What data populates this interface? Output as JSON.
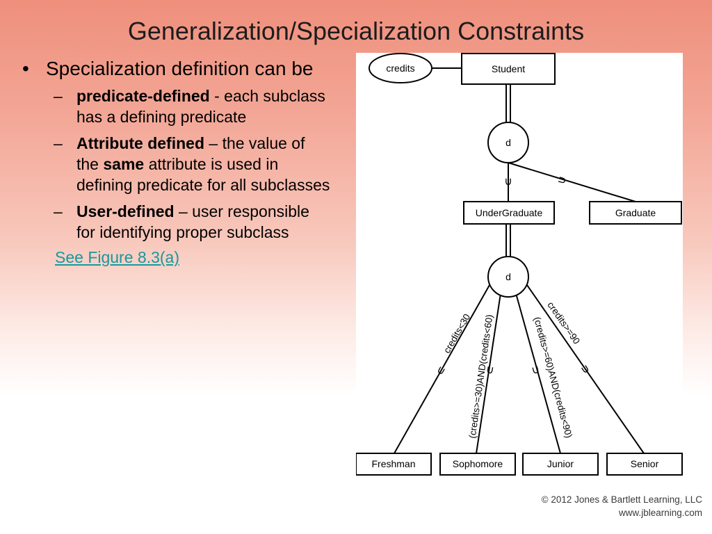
{
  "slide": {
    "title": "Generalization/Specialization Constraints",
    "bullet": "Specialization definition can be",
    "subitems": [
      {
        "term": "predicate-defined",
        "rest": " - each subclass has a defining predicate"
      },
      {
        "term": "Attribute defined",
        "rest_a": " – the value of the ",
        "emphasis": "same",
        "rest_b": " attribute is used in defining predicate for all subclasses"
      },
      {
        "term": "User-defined",
        "rest": " – user responsible for identifying proper subclass"
      }
    ],
    "link": "See Figure 8.3(a)"
  },
  "diagram": {
    "attribute": "credits",
    "superclass": "Student",
    "disjoint_symbol": "d",
    "subset_symbol": "∪",
    "level1": [
      "UnderGraduate",
      "Graduate"
    ],
    "level2": [
      "Freshman",
      "Sophomore",
      "Junior",
      "Senior"
    ],
    "predicates": [
      "credits<30",
      "(credits>=30)AND(credits<60)",
      "(credits>=60)AND(credits<90)",
      "credits>=90"
    ]
  },
  "copyright": {
    "line1": "© 2012 Jones & Bartlett Learning, LLC",
    "line2": "www.jblearning.com"
  }
}
